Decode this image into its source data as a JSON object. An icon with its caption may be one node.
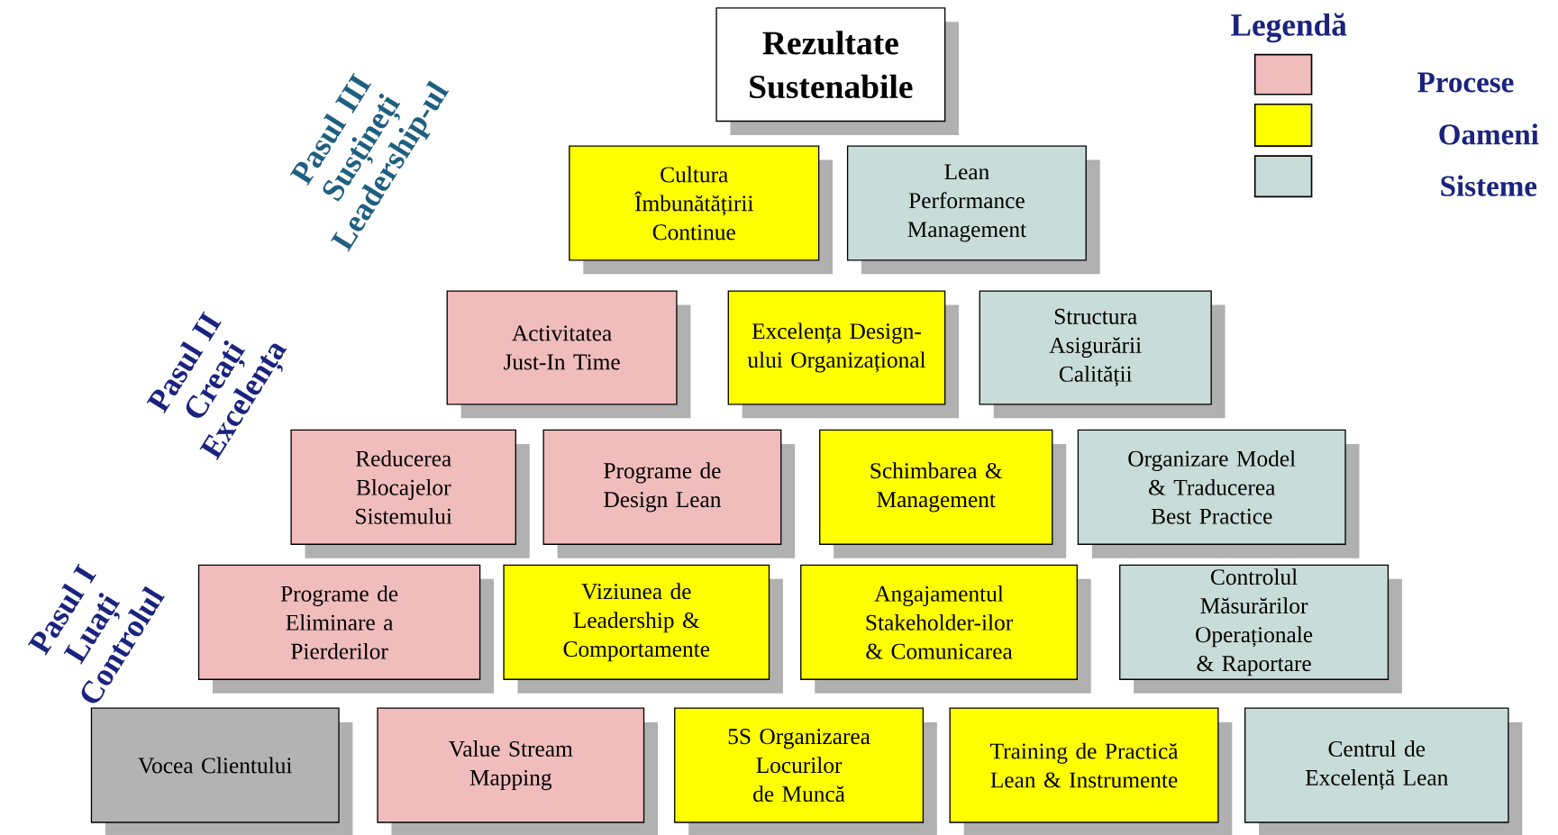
{
  "diagram": {
    "nodes": [
      {
        "text": [
          "Rezultate Sustenabile"
        ]
      },
      {
        "text": [
          "Cultura Îmbunătățirii Continue"
        ]
      },
      {
        "text": [
          "Lean Performance Management"
        ]
      },
      {
        "text": [
          "Activitatea Just-In Time"
        ]
      },
      {
        "text": [
          "Excelența Design-ului Organizațional"
        ]
      },
      {
        "text": [
          "Structura Asigurării Calității"
        ]
      },
      {
        "text": [
          "Reducerea Blocajelor Sistemului"
        ]
      },
      {
        "text": [
          "Programe de Design Lean"
        ]
      },
      {
        "text": [
          "Schimbarea & Management"
        ]
      },
      {
        "text": [
          "Organizare Model & Traducerea Best Practice"
        ]
      },
      {
        "text": [
          "Programe de Eliminare a Pierderilor"
        ]
      },
      {
        "text": [
          "Viziunea de Leadership & Comportamente"
        ]
      },
      {
        "text": [
          "Angajamentul Stakeholder-ilor & Comunicarea"
        ]
      },
      {
        "text": [
          "Controlul Măsurărilor Operaționale & Raportare"
        ]
      },
      {
        "text": [
          "Vocea Clientului"
        ]
      },
      {
        "text": [
          "Value Stream Mapping"
        ]
      },
      {
        "text": [
          "5S Organizarea Locurilor de Muncă"
        ]
      },
      {
        "text": [
          "Training de Practică Lean & Instrumente"
        ]
      },
      {
        "text": [
          "Centrul de Excelență Lean"
        ]
      }
    ],
    "labels": [
      "Pasul III Susțineți Leadership-ul",
      "Legendă",
      "Pasul II Creați Excelența",
      "Pasul I Luați Controlul"
    ],
    "legend": [
      {
        "text": "Procese",
        "color": "#f0bcbc"
      },
      {
        "text": "Oameni",
        "color": "#ffff00"
      },
      {
        "text": "Sisteme",
        "color": "#c8dcd8"
      }
    ]
  }
}
